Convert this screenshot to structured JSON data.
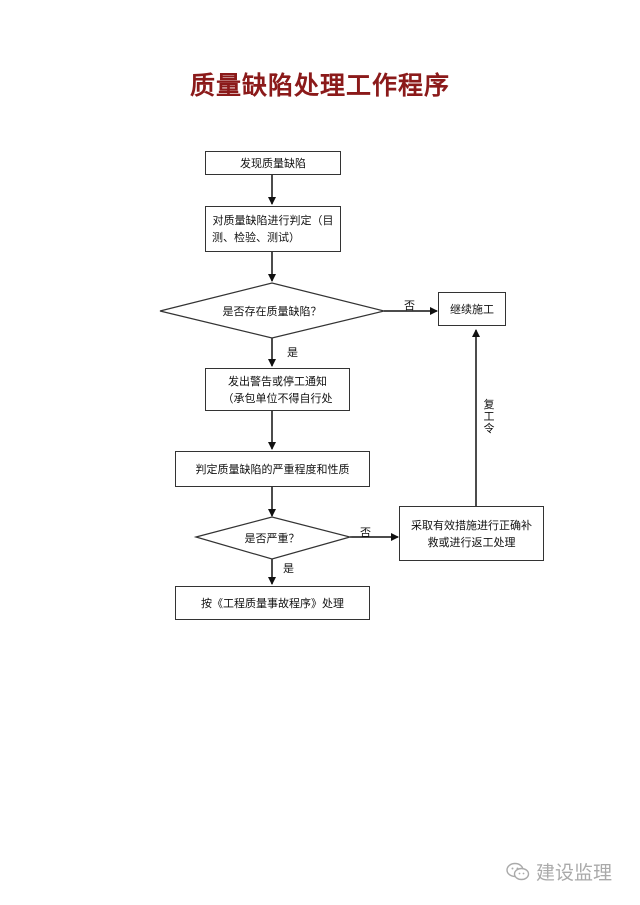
{
  "title": "质量缺陷处理工作程序",
  "nodes": {
    "discover": "发现质量缺陷",
    "judge_line1": "对质量缺陷进行判定（目",
    "judge_line2": "测、检验、测试）",
    "exists_decision": "是否存在质量缺陷？",
    "continue": "继续施工",
    "notice_line1": "发出警告或停工通知",
    "notice_line2": "（承包单位不得自行处",
    "severity": "判定质量缺陷的严重程度和性质",
    "serious_decision": "是否严重？",
    "remedy_line1": "采取有效措施进行正确补",
    "remedy_line2": "救或进行返工处理",
    "accident": "按《工程质量事故程序》处理"
  },
  "edge_labels": {
    "no_1": "否",
    "yes_1": "是",
    "resume_1": "复",
    "resume_2": "工",
    "resume_3": "令",
    "no_2": "否",
    "yes_2": "是"
  },
  "watermark": {
    "text": "建设监理",
    "icon": "wechat-icon"
  }
}
